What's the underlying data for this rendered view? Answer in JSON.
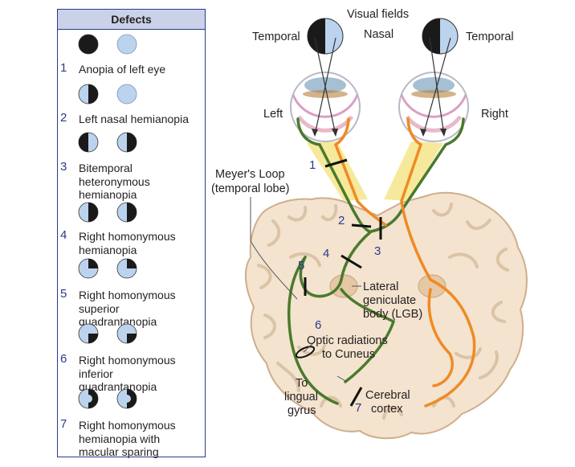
{
  "panel": {
    "title": "Defects",
    "defects": [
      {
        "num": "1",
        "text": "Anopia of left eye"
      },
      {
        "num": "2",
        "text": "Left nasal hemianopia"
      },
      {
        "num": "3",
        "text": "Bitemporal\nheteronymous\nhemianopia"
      },
      {
        "num": "4",
        "text": "Right homonymous\nhemianopia"
      },
      {
        "num": "5",
        "text": "Right homonymous\nsuperior\nquadrantanopia"
      },
      {
        "num": "6",
        "text": "Right homonymous\ninferior\nquadrantanopia"
      },
      {
        "num": "7",
        "text": "Right homonymous\nhemianopia with\nmacular sparing"
      }
    ]
  },
  "diagram": {
    "visual_fields": "Visual fields",
    "temporal_left": "Temporal",
    "nasal": "Nasal",
    "temporal_right": "Temporal",
    "left_eye": "Left",
    "right_eye": "Right",
    "meyers_loop_1": "Meyer's Loop",
    "meyers_loop_2": "(temporal lobe)",
    "lgb_1": "Lateral",
    "lgb_2": "geniculate",
    "lgb_3": "body (LGB)",
    "optic_rad_1": "Optic radiations",
    "optic_rad_2": "to Cuneus",
    "to_lingual_1": "To",
    "to_lingual_2": "lingual",
    "to_lingual_3": "gyrus",
    "cerebral_1": "Cerebral",
    "cerebral_2": "cortex",
    "lesion_labels": [
      "1",
      "2",
      "3",
      "4",
      "5",
      "6",
      "7"
    ]
  },
  "colors": {
    "field_blue": "#bcd3ee",
    "field_black": "#1a1a1a",
    "green_pathway": "#4a7a2c",
    "orange_pathway": "#f08a24",
    "brain_fill": "#f3e3cf",
    "brain_outline": "#cfae8c",
    "panel_border": "#2b3a8c",
    "header_fill": "#c9d2e8"
  }
}
